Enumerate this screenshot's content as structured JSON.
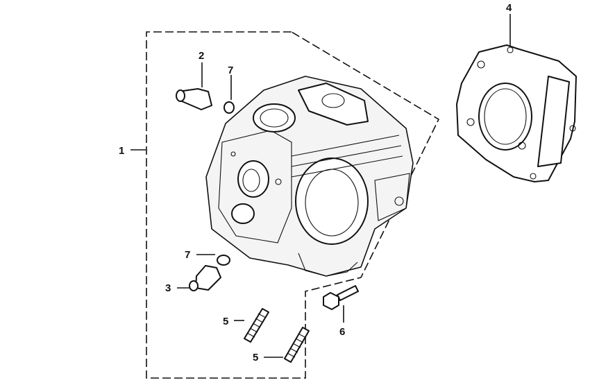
{
  "callouts": {
    "c1": "1",
    "c2": "2",
    "c3": "3",
    "c4": "4",
    "c5a": "5",
    "c5b": "5",
    "c6": "6",
    "c7a": "7",
    "c7b": "7"
  },
  "colors": {
    "line": "#111111",
    "background": "#ffffff"
  }
}
